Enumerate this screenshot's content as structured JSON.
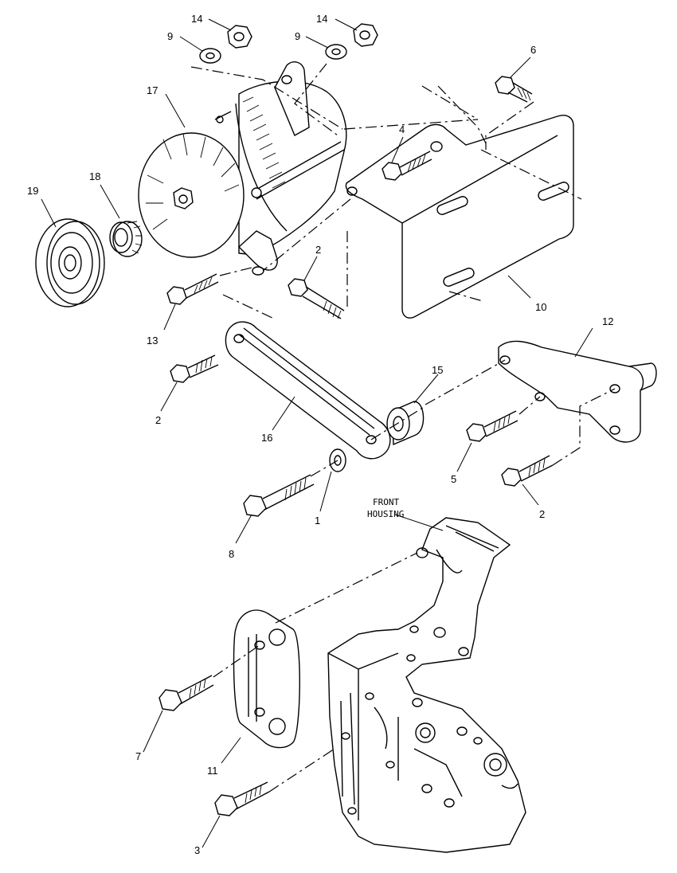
{
  "callouts": {
    "c1": "1",
    "c2a": "2",
    "c2b": "2",
    "c2c": "2",
    "c3": "3",
    "c4": "4",
    "c5": "5",
    "c6": "6",
    "c7": "7",
    "c8": "8",
    "c9a": "9",
    "c9b": "9",
    "c10": "10",
    "c11": "11",
    "c12": "12",
    "c13": "13",
    "c14a": "14",
    "c14b": "14",
    "c15": "15",
    "c16": "16",
    "c17": "17",
    "c18": "18",
    "c19": "19"
  },
  "caption": {
    "line1": "FRONT",
    "line2": "HOUSING"
  }
}
